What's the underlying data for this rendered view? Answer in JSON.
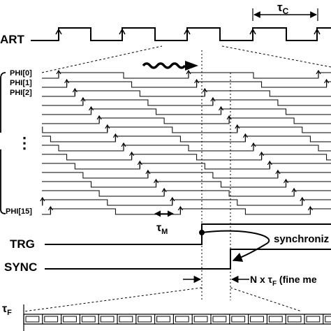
{
  "labels": {
    "start": "ART",
    "phi_first": "PHI[0]",
    "phi_second": "PHI[1]",
    "phi_third": "PHI[2]",
    "phi_last": "PHI[15]",
    "ellipsis": "⋮",
    "trg": "TRG",
    "sync": "SYNC",
    "synchronize": "synchroniz",
    "fine_measure": "N x τ",
    "fine_measure_sub": "F",
    "fine_measure_rest": " (fine me",
    "tau_c": "τ",
    "tau_c_sub": "C",
    "tau_m": "τ",
    "tau_m_sub": "M",
    "tau_f": "τ",
    "tau_f_sub": "F"
  },
  "phases": {
    "count": 16,
    "first_label_index": 0,
    "last_label_index": 15
  },
  "colors": {
    "ink": "#000000",
    "background": "#ffffff"
  },
  "icons": {
    "propagation": "wavy-arrow",
    "edge_marker": "rising-edge-arrow"
  }
}
